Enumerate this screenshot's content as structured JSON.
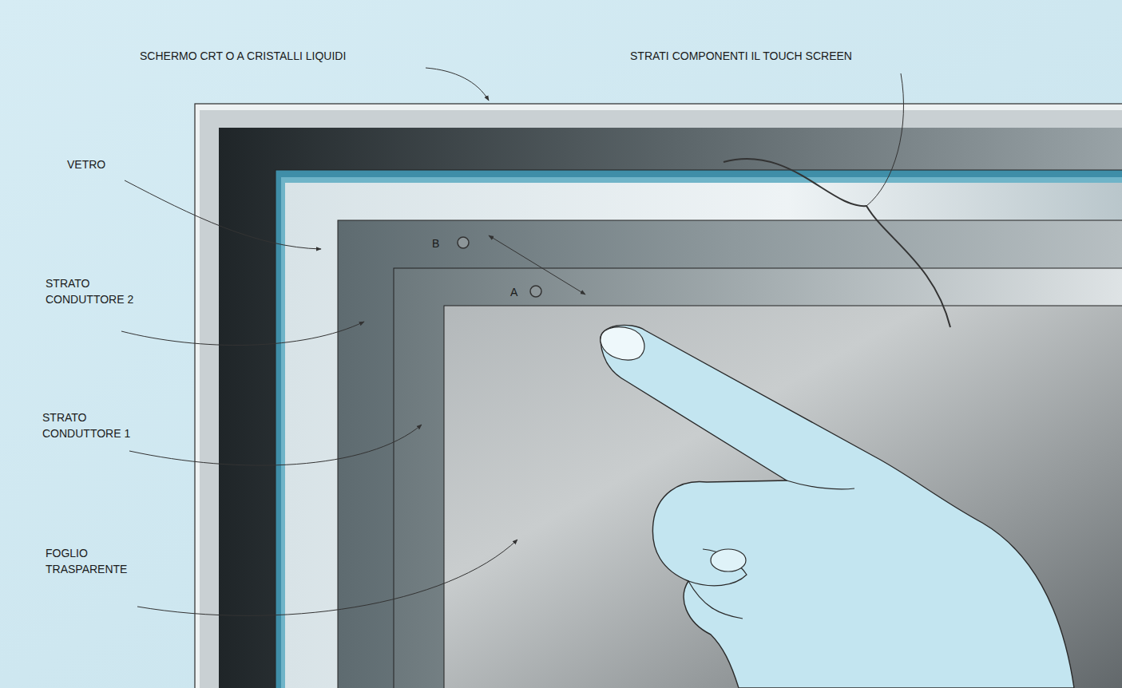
{
  "diagram": {
    "labels": [
      "SCHERMO CRT O A CRISTALLI LIQUIDI",
      "STRATI COMPONENTI IL TOUCH SCREEN",
      "VETRO",
      "B",
      "A",
      "STRATO CONDUTTORE 2",
      "STRATO CONDUTTORE 1",
      "FOGLIO TRASPARENTE"
    ]
  }
}
